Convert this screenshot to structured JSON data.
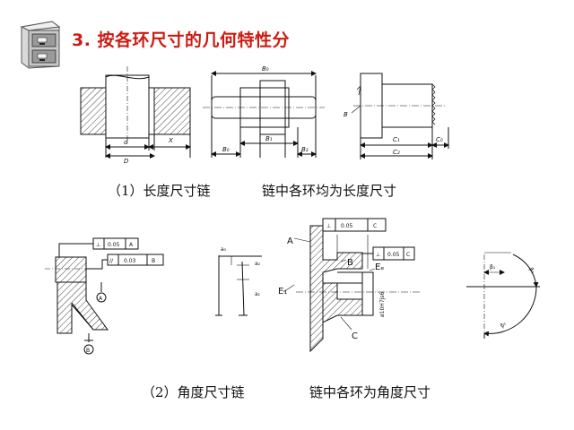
{
  "title": "3.  按各环尺寸的几何特性分",
  "captions": {
    "linear_chain": "（1）长度尺寸链",
    "linear_desc": "链中各环均为长度尺寸",
    "angular_chain": "（2）角度尺寸链",
    "angular_desc": "链中各环为角度尺寸"
  },
  "fig1": {
    "d": "d",
    "D": "D",
    "X": "X"
  },
  "fig2": {
    "B0": "B₀",
    "B1": "B₁",
    "B2": "B₂",
    "B0b": "B₀"
  },
  "fig3": {
    "B": "B",
    "C1": "C₁",
    "C2": "C₂",
    "C0": "C₀"
  },
  "fig4": {
    "perp": "⊥",
    "v1": "0.05",
    "a1": "A",
    "par": "//",
    "v2": "0.03",
    "b1": "B",
    "A": "A",
    "Bc": "B"
  },
  "fig5": {
    "a0": "a₀",
    "a2": "a₂",
    "a1": "a₁"
  },
  "fig6": {
    "perp1": "⊥",
    "tol1": "0.05",
    "c1": "C",
    "perp2": "⊥",
    "tol2": "0.05",
    "c2": "C",
    "A": "A",
    "B": "B",
    "C": "C",
    "Ee": "Eₑ",
    "Ei": "E₁",
    "dia": "ø10H7js6"
  },
  "fig7": {
    "b1": "β₁",
    "b0": "β₀",
    "b2": "β₂"
  }
}
